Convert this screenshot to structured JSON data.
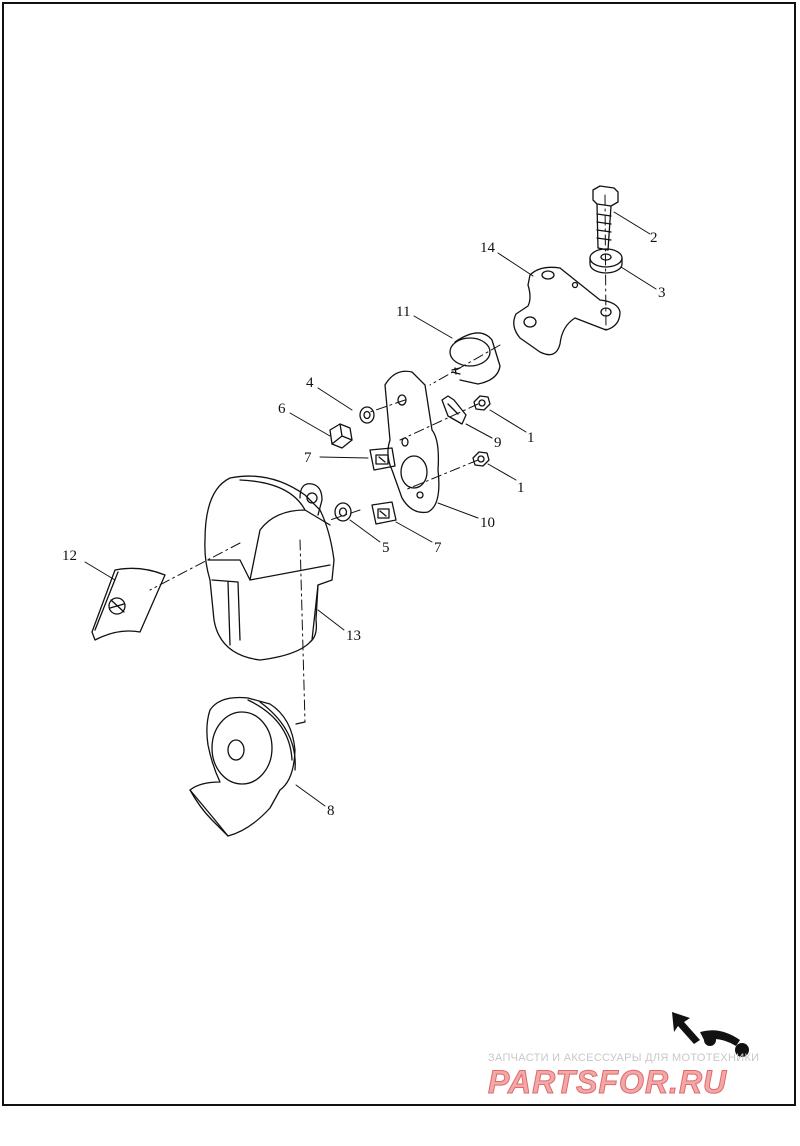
{
  "callouts": {
    "c1a": "1",
    "c1b": "1",
    "c2": "2",
    "c3": "3",
    "c4": "4",
    "c5": "5",
    "c6": "6",
    "c7a": "7",
    "c7b": "7",
    "c8": "8",
    "c9": "9",
    "c10": "10",
    "c11": "11",
    "c12": "12",
    "c13": "13",
    "c14": "14"
  },
  "watermark": {
    "tagline": "ЗАПЧАСТИ И АКСЕССУАРЫ ДЛЯ МОТОТЕХНИКИ",
    "logo": "PARTSFOR.RU"
  },
  "colors": {
    "line": "#111111",
    "watermark_text": "#c8c8c8",
    "watermark_logo": "#e06a6a"
  }
}
